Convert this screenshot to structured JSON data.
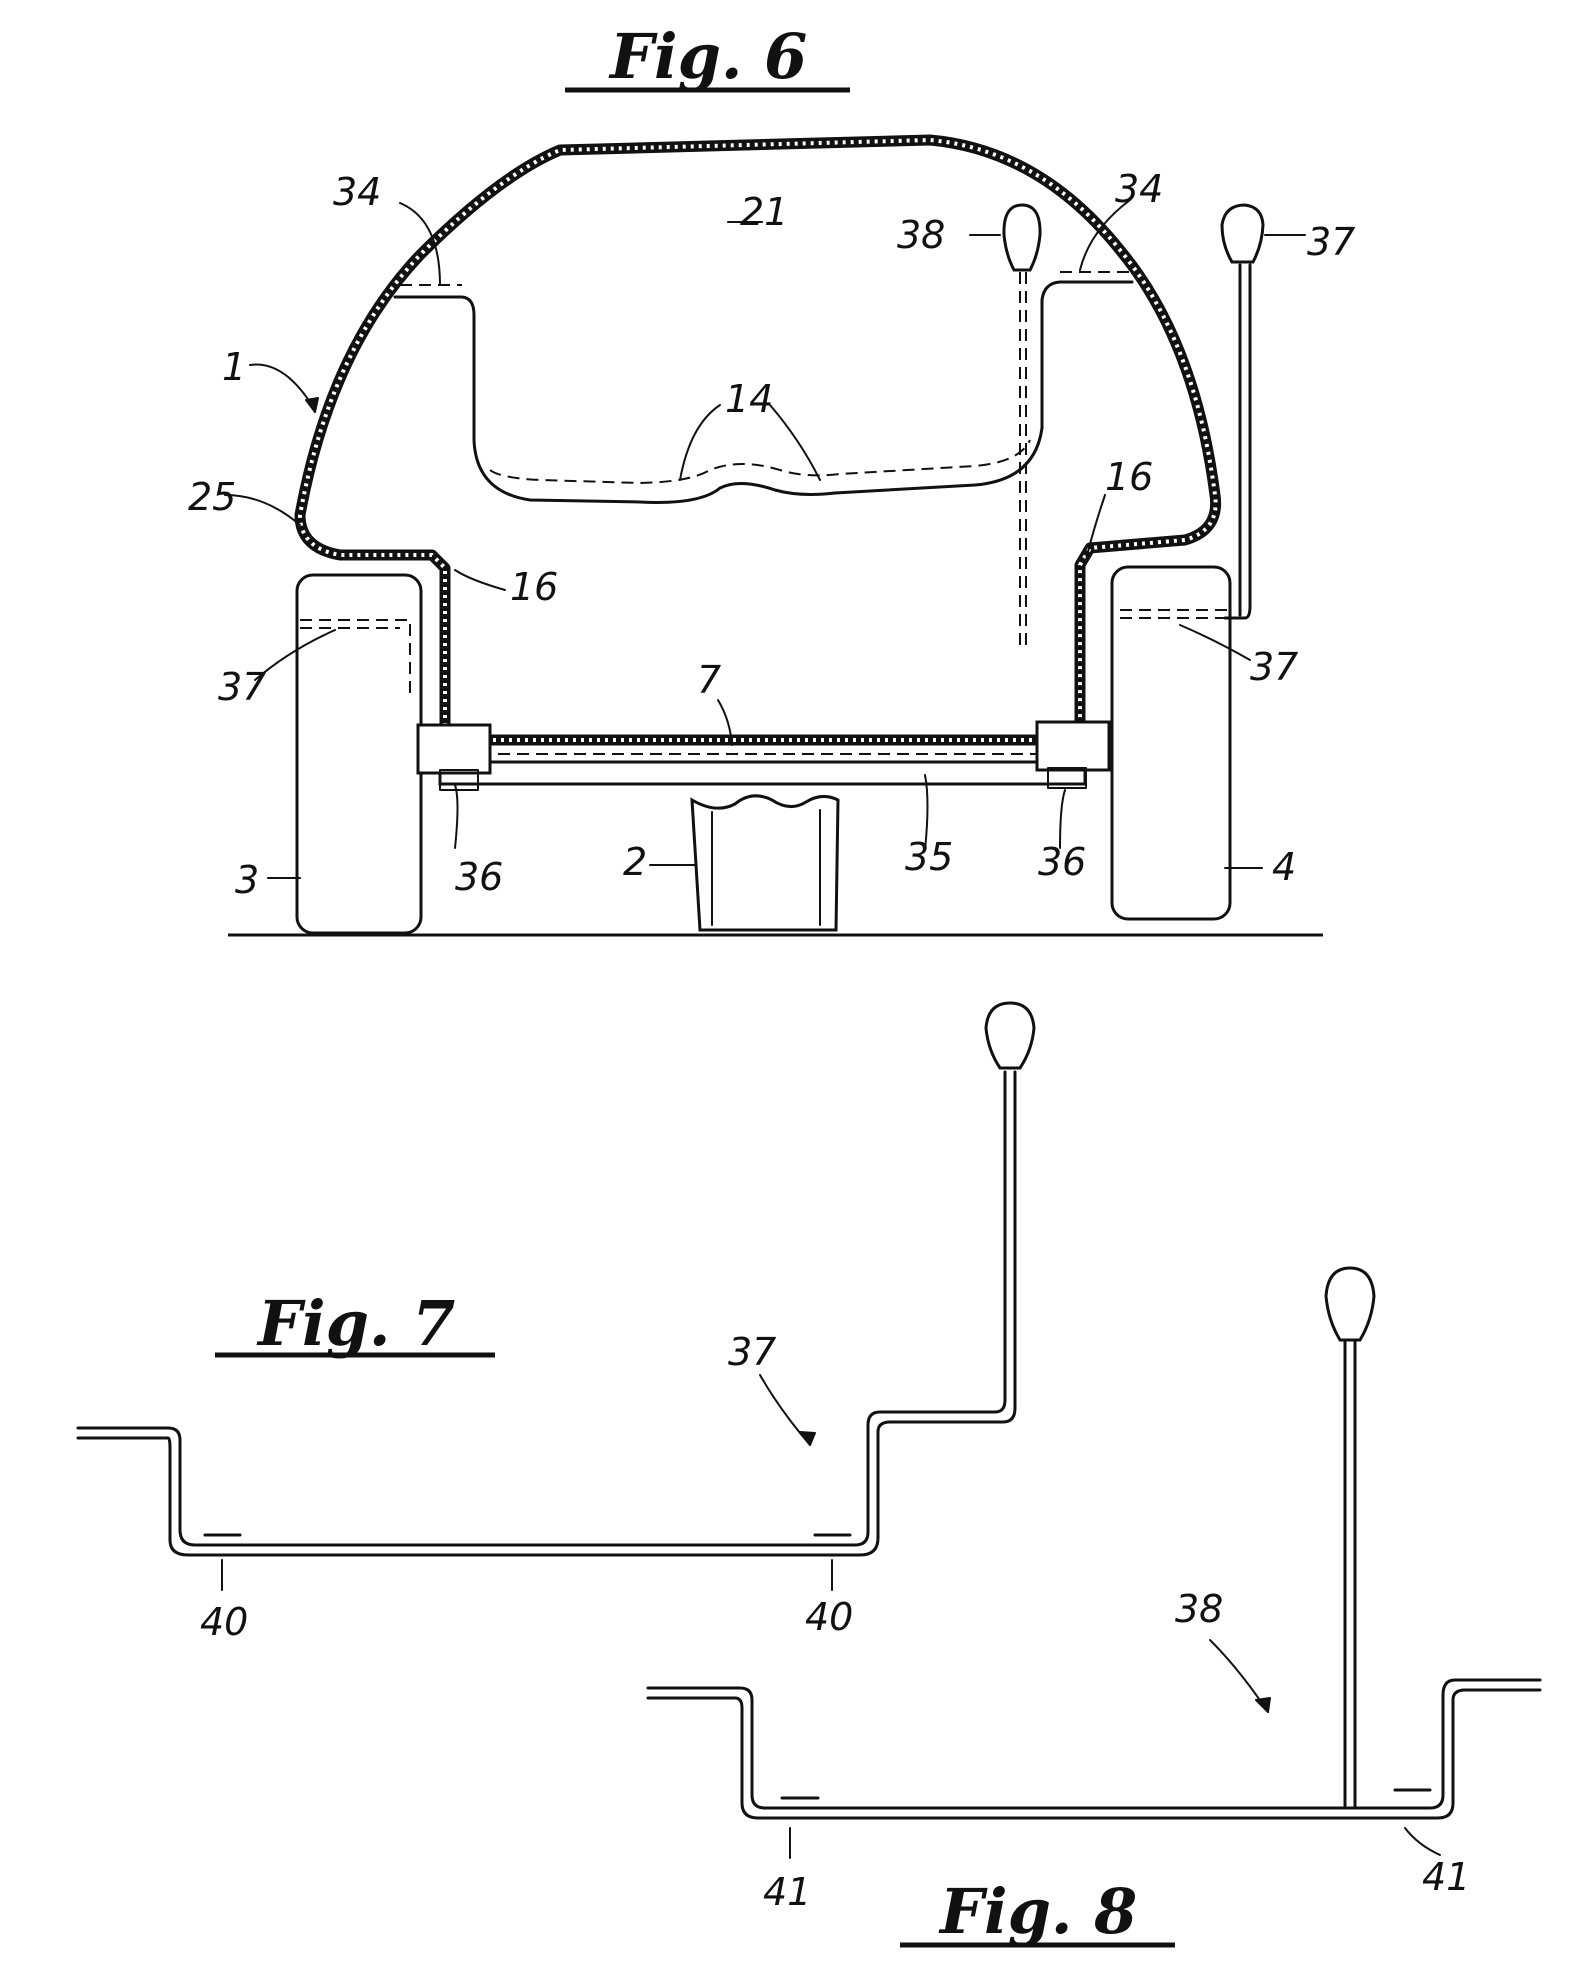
{
  "figures": {
    "fig6": {
      "title": "Fig. 6"
    },
    "fig7": {
      "title": "Fig. 7"
    },
    "fig8": {
      "title": "Fig. 8"
    }
  },
  "labels": {
    "l1": "1",
    "l2": "2",
    "l3": "3",
    "l4": "4",
    "l7": "7",
    "l14": "14",
    "l16a": "16",
    "l16b": "16",
    "l21": "21",
    "l25": "25",
    "l34a": "34",
    "l34b": "34",
    "l35": "35",
    "l36a": "36",
    "l36b": "36",
    "l37a": "37",
    "l37b": "37",
    "l37c": "37",
    "l37d": "37",
    "l38a": "38",
    "l38b": "38",
    "l40a": "40",
    "l40b": "40",
    "l41a": "41",
    "l41b": "41"
  }
}
